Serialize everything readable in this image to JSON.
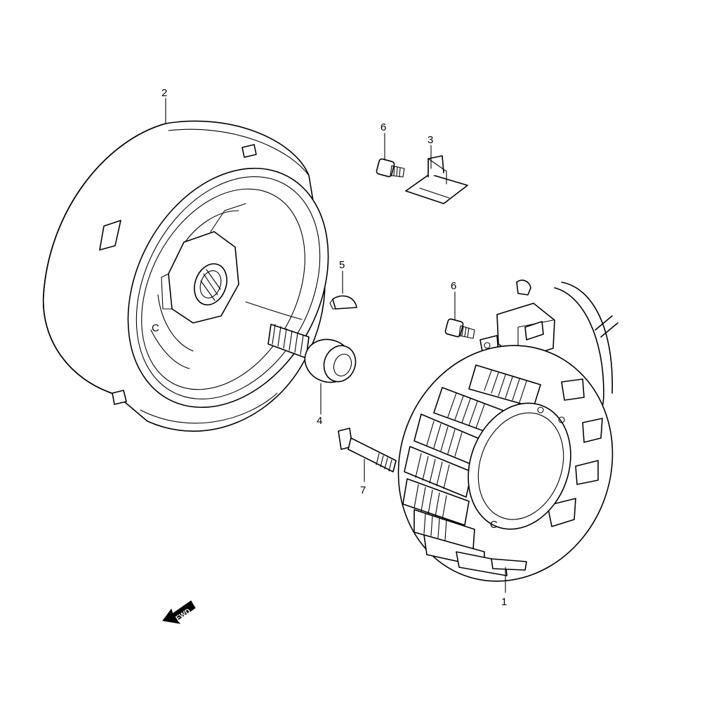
{
  "diagram": {
    "callouts": {
      "part1": "1",
      "part2": "2",
      "part3": "3",
      "part4": "4",
      "part5": "5",
      "part6a": "6",
      "part6b": "6",
      "part7": "7"
    },
    "fwd_label": "FWD",
    "rotor_mark": "C",
    "stator_mark": "C"
  }
}
